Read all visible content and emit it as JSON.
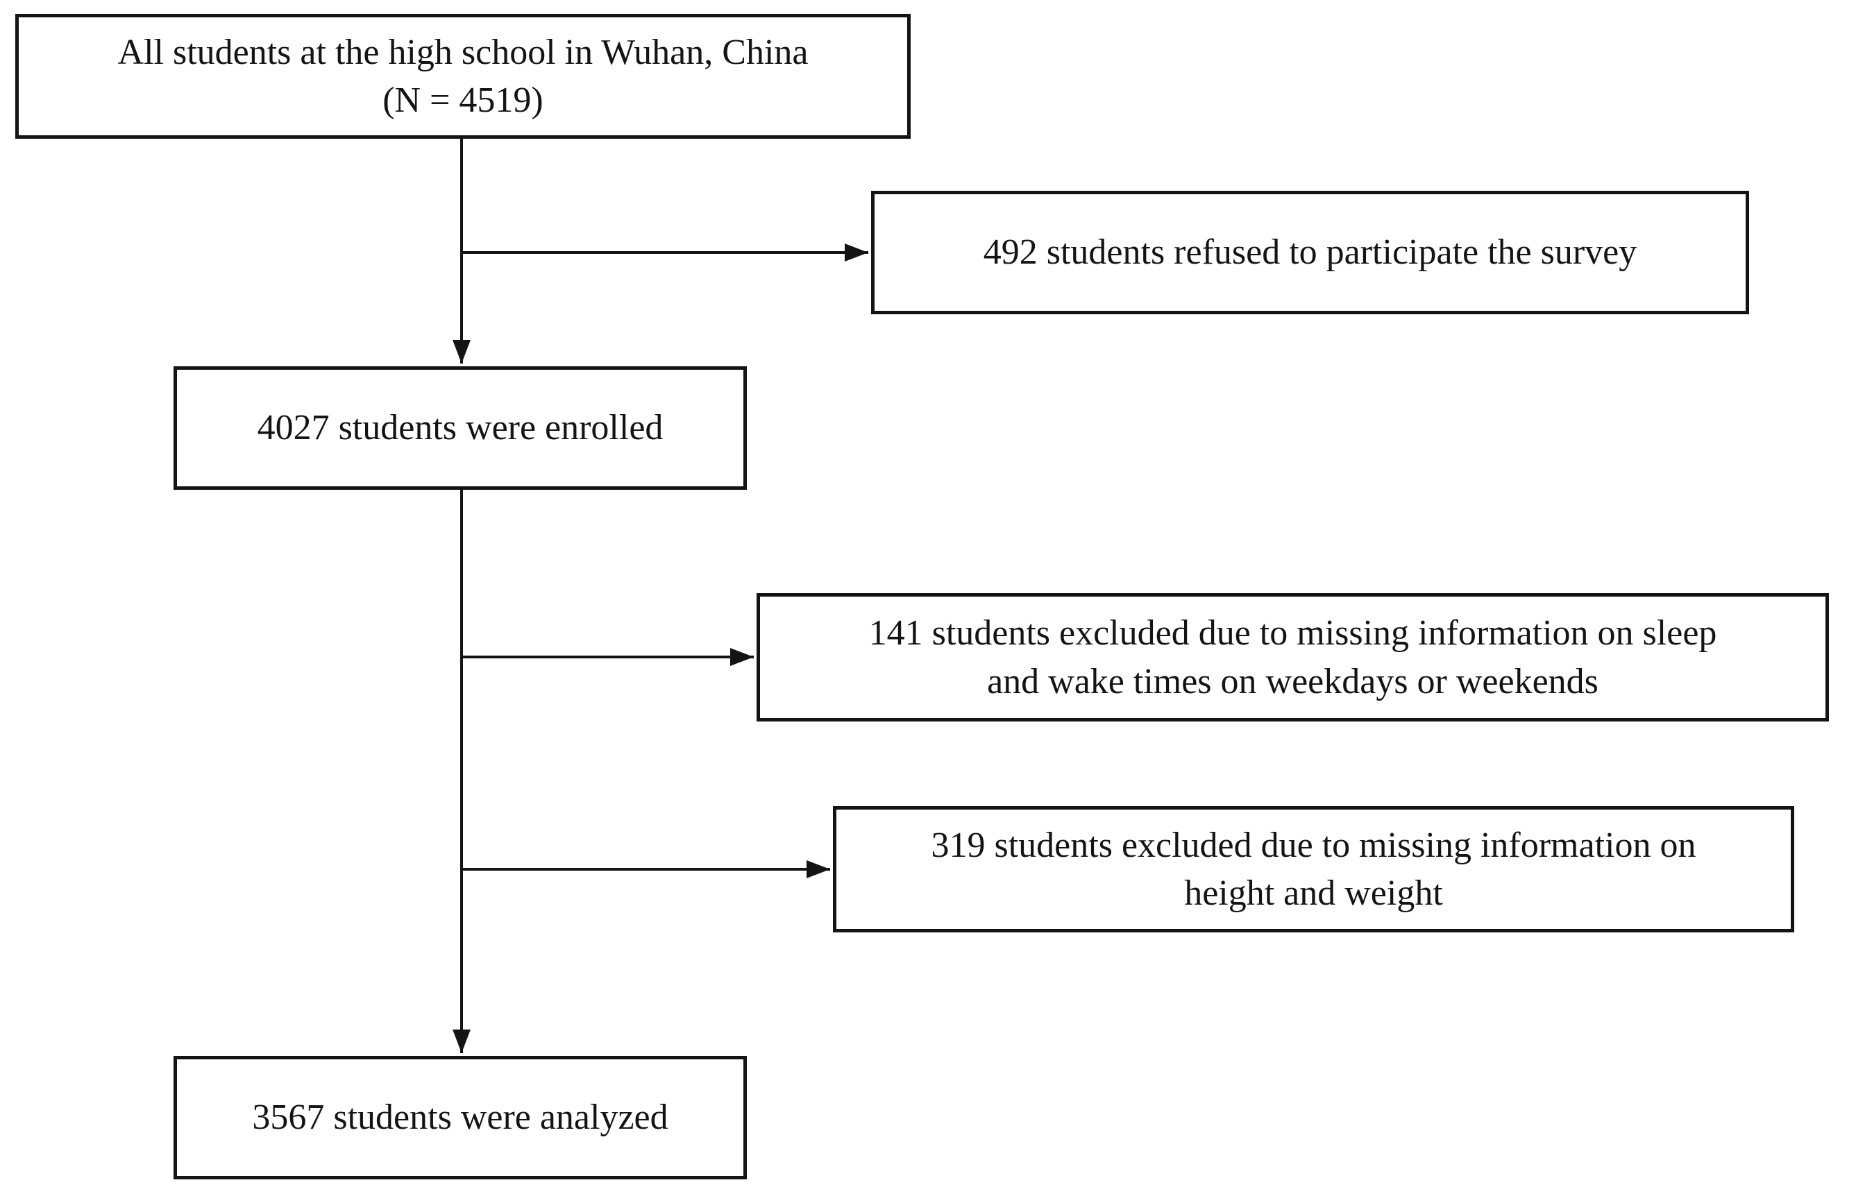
{
  "diagram": {
    "type": "flowchart",
    "nodes": {
      "population": {
        "line1": "All students at the high school in Wuhan, China",
        "line2": "(N = 4519)",
        "n": 4519
      },
      "refused": {
        "line1": "492 students refused to participate the survey",
        "n": 492
      },
      "enrolled": {
        "line1": "4027 students were enrolled",
        "n": 4027
      },
      "excluded_sleep": {
        "line1": "141 students excluded due to missing information on sleep",
        "line2": "and wake times on weekdays or weekends",
        "n": 141
      },
      "excluded_height_weight": {
        "line1": "319 students excluded due to missing information on",
        "line2": "height and weight",
        "n": 319
      },
      "analyzed": {
        "line1": "3567 students were analyzed",
        "n": 3567
      }
    },
    "edges": [
      {
        "from": "population",
        "to": "enrolled"
      },
      {
        "from": "population",
        "to": "refused"
      },
      {
        "from": "enrolled",
        "to": "excluded_sleep"
      },
      {
        "from": "enrolled",
        "to": "excluded_height_weight"
      },
      {
        "from": "enrolled",
        "to": "analyzed"
      }
    ],
    "colors": {
      "border": "#141414",
      "line": "#141414",
      "text": "#141414",
      "background": "#ffffff"
    }
  }
}
